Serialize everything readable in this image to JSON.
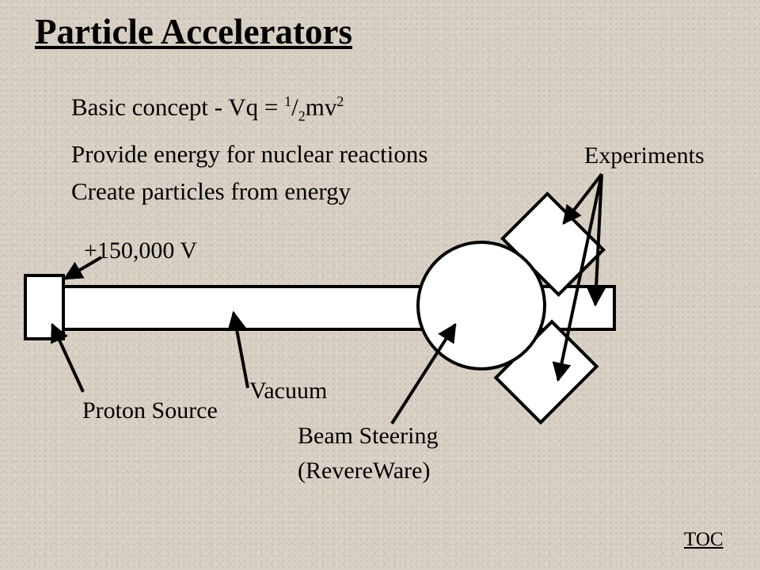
{
  "title": "Particle Accelerators",
  "bullets": {
    "concept": {
      "prefix": "Basic concept - Vq = ",
      "frac_num": "1",
      "frac_sep": "/",
      "frac_den": "2",
      "mv": "mv",
      "sq": "2"
    },
    "energy": "Provide energy for nuclear reactions",
    "create": "Create particles from energy"
  },
  "labels": {
    "voltage": "+150,000 V",
    "experiments": "Experiments",
    "vacuum": "Vacuum",
    "proton_source": "Proton Source",
    "beam_steering_line1": "Beam Steering",
    "beam_steering_line2": "(RevereWare)"
  },
  "toc": "TOC"
}
